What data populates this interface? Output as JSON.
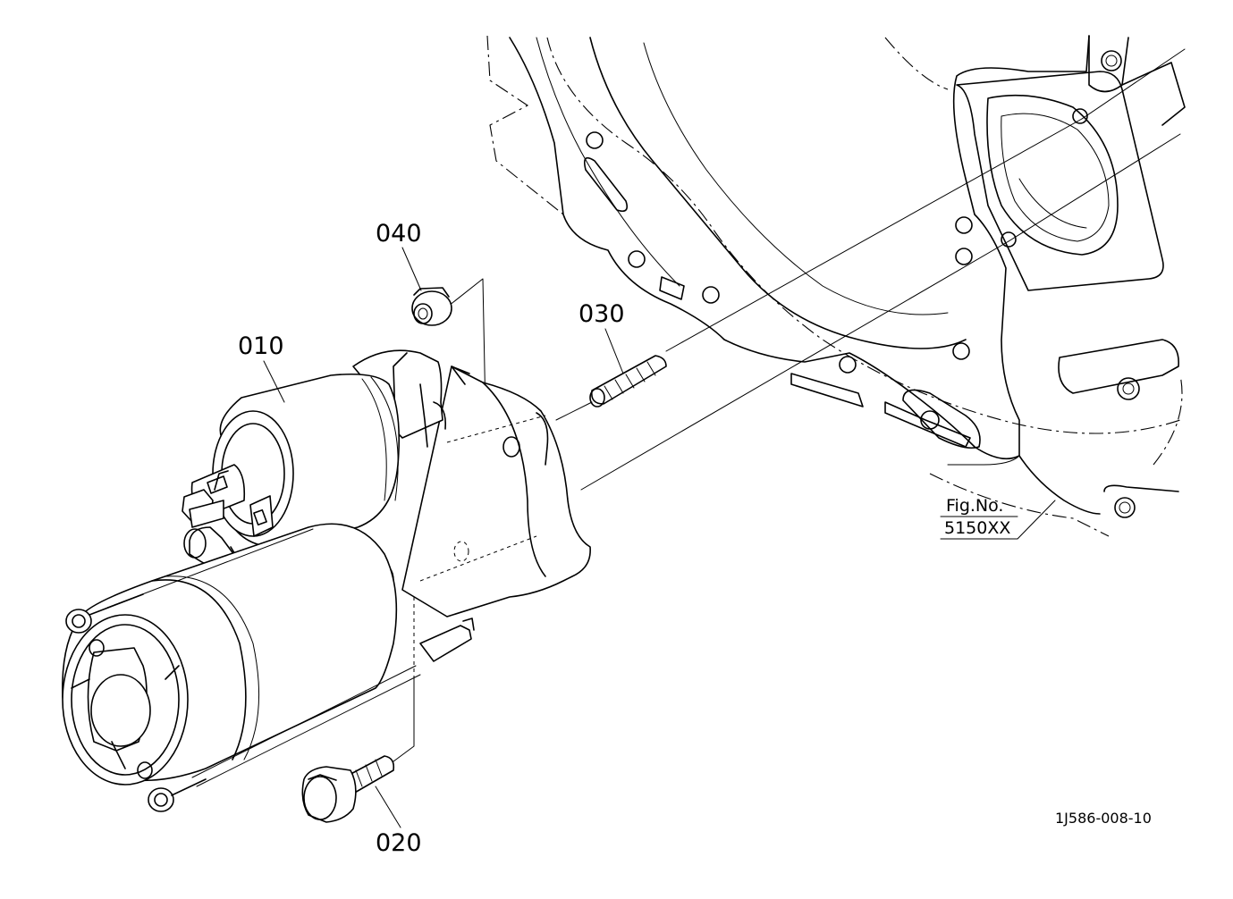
{
  "diagram": {
    "parts": [
      {
        "ref": "010",
        "name": "starter-motor"
      },
      {
        "ref": "020",
        "name": "flange-bolt"
      },
      {
        "ref": "030",
        "name": "stud"
      },
      {
        "ref": "040",
        "name": "flange-nut"
      }
    ],
    "reference_box": {
      "line1": "Fig.No.",
      "line2": "5150XX"
    },
    "drawing_code": "1J586-008-10"
  }
}
